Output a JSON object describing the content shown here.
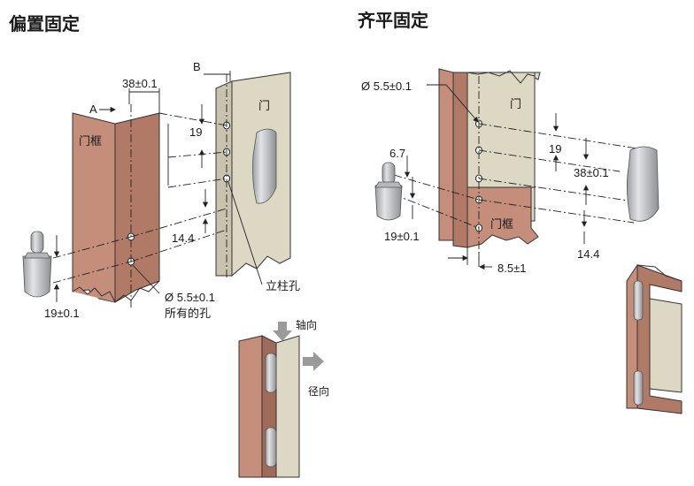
{
  "titles": {
    "offset": "偏置固定",
    "flush": "齐平固定"
  },
  "left": {
    "dim_a": "A",
    "dim_b": "B",
    "dim_38": "38±0.1",
    "dim_19": "19",
    "dim_14_4": "14.4",
    "dim_19_01": "19±0.1",
    "dim_hole": "Ø 5.5±0.1",
    "all_holes": "所有的孔",
    "frame": "门框",
    "door": "门",
    "post_hole": "立柱孔"
  },
  "right": {
    "dim_hole": "Ø 5.5±0.1",
    "dim_6_7": "6.7",
    "dim_19": "19",
    "dim_38": "38±0.1",
    "dim_19_01": "19±0.1",
    "dim_14_4": "14.4",
    "dim_8_5": "8.5±1",
    "door": "门",
    "frame": "门框"
  },
  "detail": {
    "axial": "轴向",
    "radial": "径向"
  },
  "colors": {
    "frame": "#c48e7a",
    "door": "#dcd8c4",
    "pin": "#c9cacc",
    "arrow": "#9a9a9a"
  }
}
